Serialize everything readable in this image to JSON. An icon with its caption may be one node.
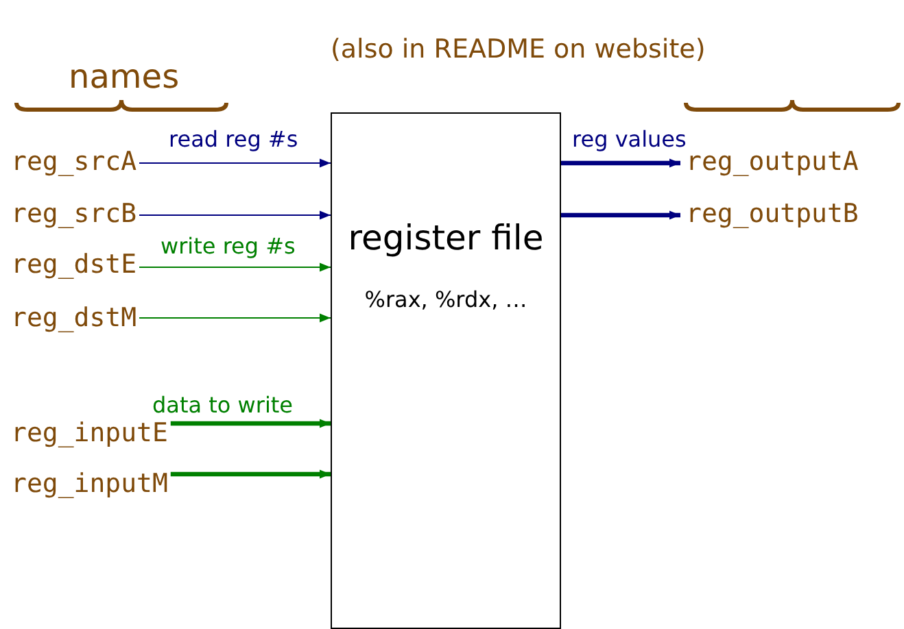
{
  "diagram": {
    "nodes": [
      {
        "text": [
          "reg_srcA"
        ]
      },
      {
        "text": [
          "reg_srcB"
        ]
      },
      {
        "text": [
          "reg_dstE"
        ]
      },
      {
        "text": [
          "reg_dstM"
        ]
      },
      {
        "text": [
          "reg_inputE"
        ]
      },
      {
        "text": [
          "reg_inputM"
        ]
      },
      {
        "text": [
          "register file",
          "%rax, %rdx, …"
        ]
      },
      {
        "text": [
          "reg_outputA"
        ]
      },
      {
        "text": [
          "reg_outputB"
        ]
      }
    ],
    "edges": [
      {
        "from": 0,
        "to": 6,
        "arrow": "to",
        "color": "#000080"
      },
      {
        "from": 1,
        "to": 6,
        "arrow": "to",
        "color": "#000080"
      },
      {
        "from": 2,
        "to": 6,
        "arrow": "to",
        "color": "#008000"
      },
      {
        "from": 3,
        "to": 6,
        "arrow": "to",
        "color": "#008000"
      },
      {
        "from": 4,
        "to": 6,
        "arrow": "to",
        "style": "thick",
        "color": "#008000"
      },
      {
        "from": 5,
        "to": 6,
        "arrow": "to",
        "style": "thick",
        "color": "#008000"
      },
      {
        "from": 6,
        "to": 7,
        "arrow": "to",
        "style": "thick",
        "color": "#000080"
      },
      {
        "from": 6,
        "to": 8,
        "arrow": "to",
        "style": "thick",
        "color": "#000080"
      }
    ],
    "labels": [
      "names",
      "(also in README on website)",
      "read reg #s",
      "reg values",
      "write reg #s",
      "data to write"
    ]
  }
}
